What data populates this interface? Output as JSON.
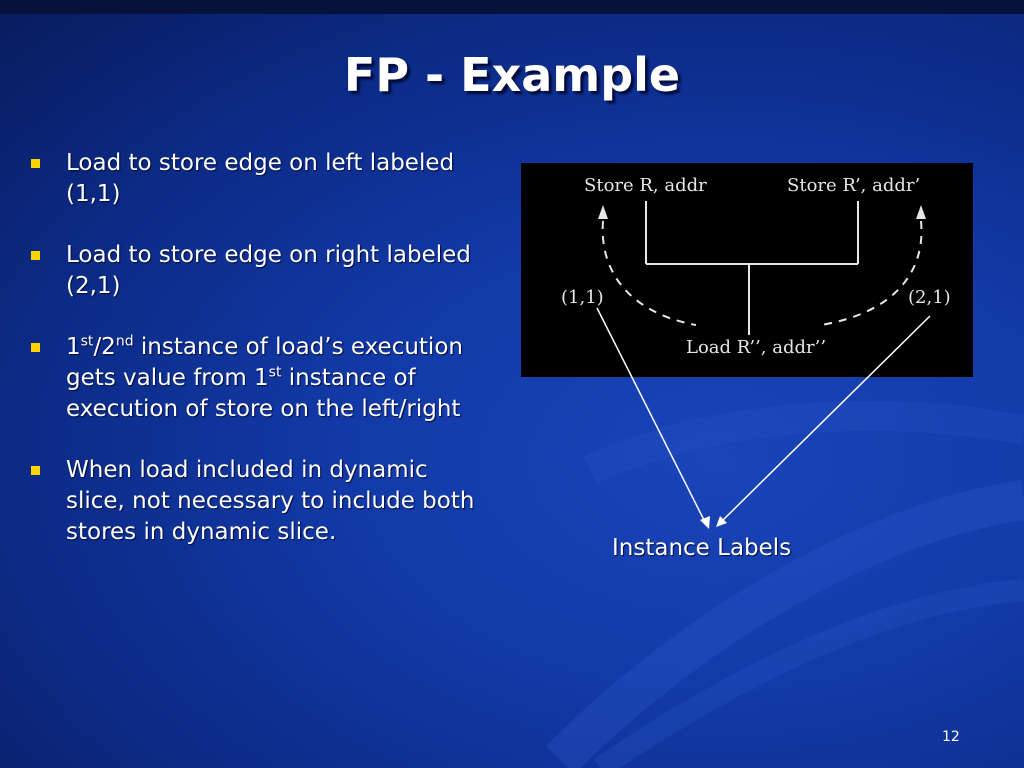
{
  "slide": {
    "title": "FP - Example",
    "page_number": "12"
  },
  "bullets": [
    {
      "text": "Load to store edge on left labeled (1,1)"
    },
    {
      "text": "Load to store edge on right labeled (2,1)"
    },
    {
      "parts": {
        "a": "1",
        "a_sup": "st",
        "b": "/2",
        "b_sup": "nd",
        "c": " instance of load’s execution gets value from 1",
        "c_sup": "st",
        "d": " instance of execution of store on the left/right"
      }
    },
    {
      "text": "When load included in dynamic slice, not necessary to include both stores in dynamic slice."
    }
  ],
  "diagram": {
    "store_left": "Store R, addr",
    "store_right": "Store R’, addr’",
    "label_left": "(1,1)",
    "label_right": "(2,1)",
    "load": "Load R’’, addr’’"
  },
  "caption": "Instance Labels",
  "colors": {
    "background": "#123aa8",
    "bullet": "#ffd400",
    "text": "#ffffff",
    "diagram_bg": "#000000"
  }
}
